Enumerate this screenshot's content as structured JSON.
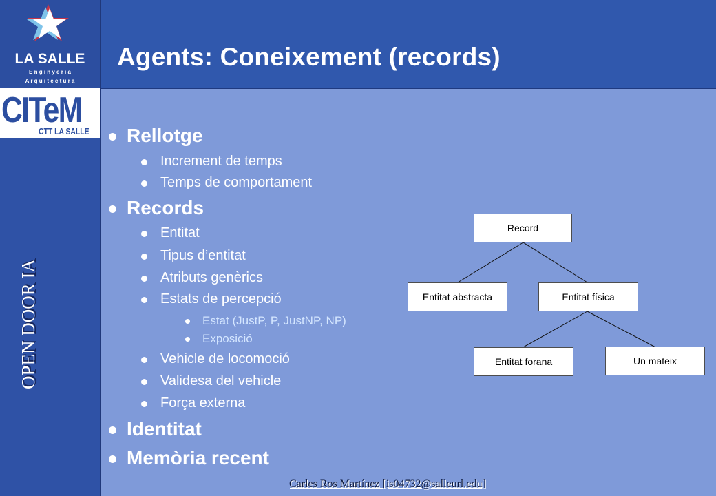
{
  "header": {
    "title": "Agents: Coneixement (records)"
  },
  "logo": {
    "brand": "LA SALLE",
    "line1": "E n g i n y e r i a",
    "line2": "A r q u i t e c t u r a"
  },
  "logo2": {
    "name": "CITeM",
    "sub": "CTT LA SALLE"
  },
  "sidebar": {
    "label": "OPEN DOOR IA"
  },
  "bullets": [
    {
      "level": 1,
      "text": "Rellotge"
    },
    {
      "level": 2,
      "text": "Increment de temps"
    },
    {
      "level": 2,
      "text": "Temps de comportament"
    },
    {
      "level": 1,
      "text": "Records"
    },
    {
      "level": 2,
      "text": "Entitat"
    },
    {
      "level": 2,
      "text": "Tipus d’entitat"
    },
    {
      "level": 2,
      "text": "Atributs genèrics"
    },
    {
      "level": 2,
      "text": "Estats de percepció"
    },
    {
      "level": 3,
      "text": "Estat (JustP, P, JustNP, NP)"
    },
    {
      "level": 3,
      "text": "Exposició"
    },
    {
      "level": 2,
      "text": "Vehicle de locomoció"
    },
    {
      "level": 2,
      "text": "Validesa del vehicle"
    },
    {
      "level": 2,
      "text": "Força externa"
    },
    {
      "level": 1,
      "text": "Identitat"
    },
    {
      "level": 1,
      "text": "Memòria recent"
    }
  ],
  "diagram": {
    "nodes": [
      "Record",
      "Entitat abstracta",
      "Entitat física",
      "Entitat forana",
      "Un mateix"
    ]
  },
  "footer": {
    "text": "Carles Ros Martínez [is04732@salleurl.edu]"
  }
}
